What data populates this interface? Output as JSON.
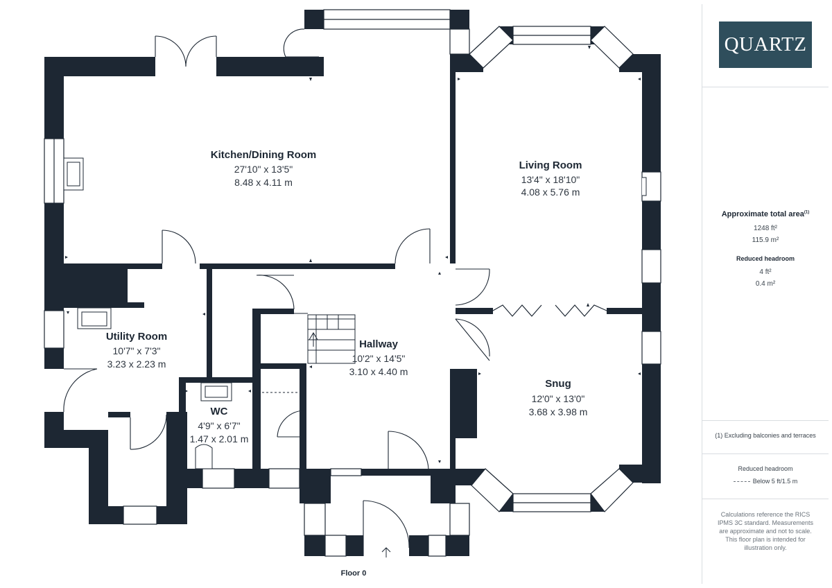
{
  "brand": {
    "logo_text": "QUARTZ",
    "color": "#2f4e5c"
  },
  "colors": {
    "wall": "#1d2733",
    "window": "#ffffff",
    "line": "#1d2733"
  },
  "floor_label": "Floor 0",
  "rooms": {
    "kitchen": {
      "name": "Kitchen/Dining Room",
      "imperial": "27'10\" x 13'5\"",
      "metric": "8.48 x 4.11 m"
    },
    "living": {
      "name": "Living Room",
      "imperial": "13'4\" x 18'10\"",
      "metric": "4.08 x 5.76 m"
    },
    "utility": {
      "name": "Utility Room",
      "imperial": "10'7\" x 7'3\"",
      "metric": "3.23 x 2.23 m"
    },
    "hallway": {
      "name": "Hallway",
      "imperial": "10'2\" x 14'5\"",
      "metric": "3.10 x 4.40 m"
    },
    "wc": {
      "name": "WC",
      "imperial": "4'9\" x 6'7\"",
      "metric": "1.47 x 2.01 m"
    },
    "snug": {
      "name": "Snug",
      "imperial": "12'0\" x 13'0\"",
      "metric": "3.68 x 3.98 m"
    }
  },
  "sidebar": {
    "total_area_label": "Approximate total area",
    "total_area_note_ref": "(1)",
    "total_area_ft": "1248 ft²",
    "total_area_m": "115.9 m²",
    "reduced_headroom_label": "Reduced headroom",
    "reduced_headroom_ft": "4 ft²",
    "reduced_headroom_m": "0.4 m²",
    "footnote": "(1) Excluding balconies and terraces",
    "legend_title": "Reduced headroom",
    "legend_text": "Below 5 ft/1.5 m",
    "disclaimer": "Calculations reference the RICS IPMS 3C standard. Measurements are approximate and not to scale. This floor plan is intended for illustration only."
  }
}
